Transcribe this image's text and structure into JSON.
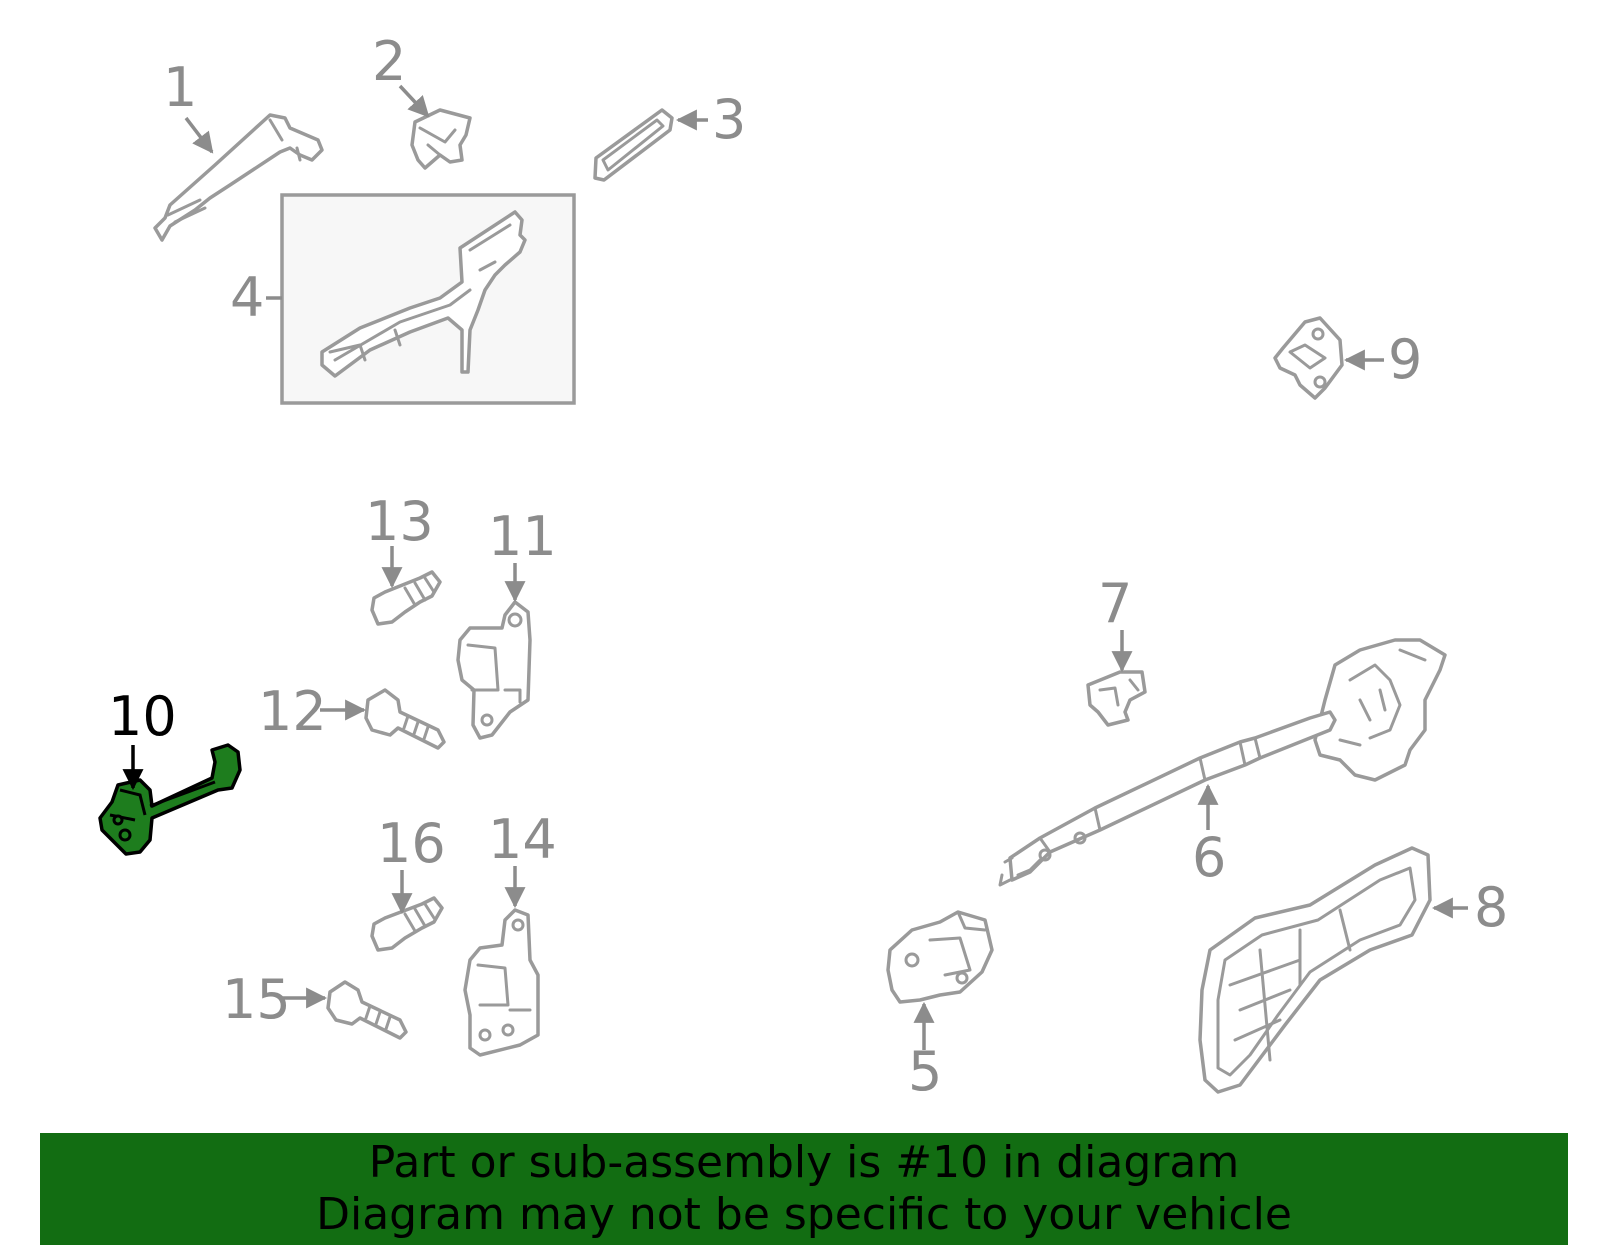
{
  "colors": {
    "highlight": "#1e7d1e",
    "banner_bg": "#126d12",
    "part_stroke": "#9a9a9a",
    "label": "#8c8c8c"
  },
  "callouts": {
    "c1": "1",
    "c2": "2",
    "c3": "3",
    "c4": "4",
    "c5": "5",
    "c6": "6",
    "c7": "7",
    "c8": "8",
    "c9": "9",
    "c10": "10",
    "c11": "11",
    "c12": "12",
    "c13": "13",
    "c14": "14",
    "c15": "15",
    "c16": "16"
  },
  "highlighted_part": "10",
  "banner": {
    "line1": "Part or sub-assembly is #10 in diagram",
    "line2": "Diagram may not be specific to your vehicle"
  }
}
